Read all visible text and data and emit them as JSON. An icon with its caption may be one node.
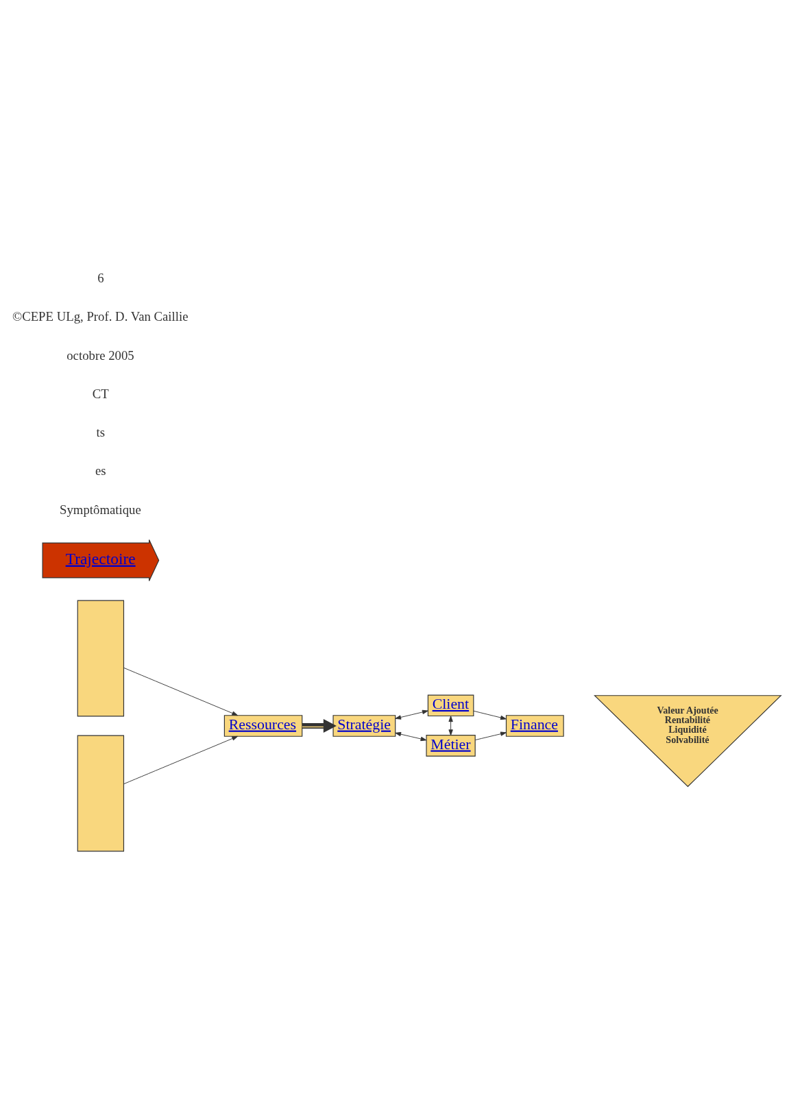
{
  "diagram": {
    "nodes": [
      {
        "text": [],
        "shape": "box"
      },
      {
        "text": [],
        "shape": "box"
      },
      {
        "text": [
          "Ressources"
        ]
      },
      {
        "text": [
          "Stratégie"
        ]
      },
      {
        "text": [
          "Client"
        ]
      },
      {
        "text": [
          "Métier"
        ]
      },
      {
        "text": [
          "Finance"
        ]
      },
      {
        "text": [
          "Valeur Ajoutée",
          "Rentabilité",
          "Liquidité",
          "Solvabilité"
        ]
      },
      {
        "text": [
          "Trajectoire"
        ]
      }
    ],
    "edges": [
      {
        "from": 0,
        "to": 2,
        "arrow": "to"
      },
      {
        "from": 1,
        "to": 2,
        "arrow": "to"
      },
      {
        "from": 2,
        "to": 3,
        "arrow": "to",
        "style": "thick"
      },
      {
        "from": 3,
        "to": 4,
        "arrow": "both"
      },
      {
        "from": 3,
        "to": 5,
        "arrow": "both"
      },
      {
        "from": 4,
        "to": 5,
        "arrow": "both"
      },
      {
        "from": 4,
        "to": 6,
        "arrow": "to"
      },
      {
        "from": 5,
        "to": 6,
        "arrow": "to"
      }
    ],
    "labels": [
      "Symptômatique",
      "es",
      "ts",
      "CT",
      "octobre 2005",
      "©CEPE ULg, Prof. D. Van Caillie",
      "6"
    ]
  }
}
